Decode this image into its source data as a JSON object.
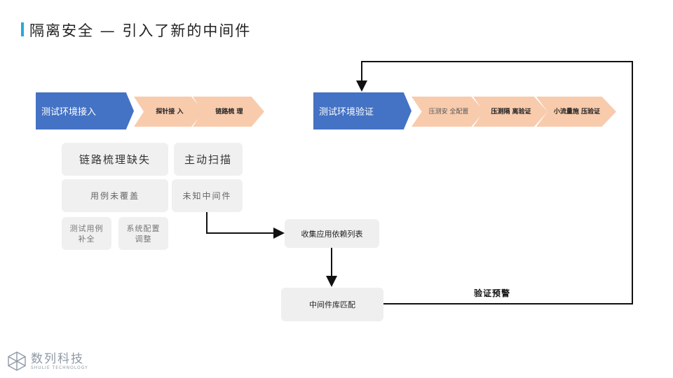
{
  "title": "隔离安全 — 引入了新的中间件",
  "left_stage": {
    "head": "测试环境接入",
    "steps": [
      "探针接\n入",
      "链路梳\n理"
    ]
  },
  "right_stage": {
    "head": "测试环境验证",
    "steps": [
      "压测安\n全配置",
      "压测隔\n离验证",
      "小流量施\n压验证"
    ]
  },
  "boxes": {
    "chain_missing": "链路梳理缺失",
    "active_scan": "主动扫描",
    "case_uncovered": "用例未覆盖",
    "unknown_middleware": "未知中间件",
    "test_case_fill": "测试用例\n补全",
    "sys_config": "系统配置\n调整",
    "collect_deps": "收集应用依赖列表",
    "middleware_match": "中间件库匹配"
  },
  "alert_label": "验证预警",
  "logo": {
    "cn": "数列科技",
    "en": "SHULIE TECHNOLOGY"
  },
  "colors": {
    "stage_head": "#4472c4",
    "chevron": "#f8cbad",
    "accent": "#2aa8d8"
  }
}
